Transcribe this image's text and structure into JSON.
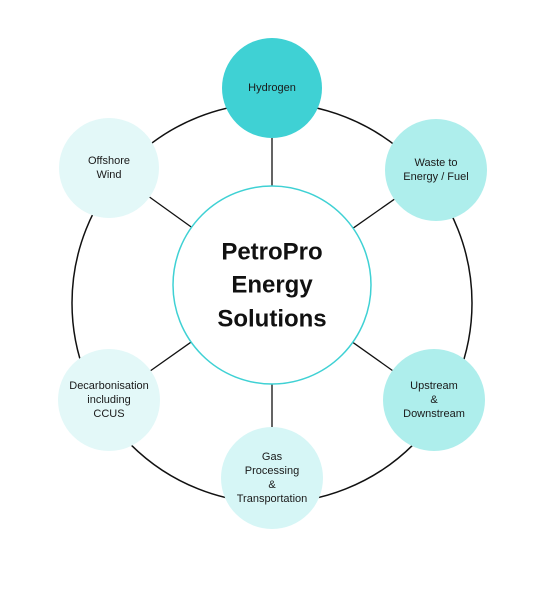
{
  "center": {
    "lines": [
      "PetroPro",
      "Energy",
      "Solutions"
    ]
  },
  "nodes": [
    {
      "id": "hydrogen",
      "lines": [
        "Hydrogen"
      ],
      "fill": "#3fd1d4"
    },
    {
      "id": "waste-to-energy",
      "lines": [
        "Waste to",
        "Energy / Fuel"
      ],
      "fill": "#aeeeec"
    },
    {
      "id": "upstream-downstream",
      "lines": [
        "Upstream",
        "&",
        "Downstream"
      ],
      "fill": "#aeeeec"
    },
    {
      "id": "gas-processing",
      "lines": [
        "Gas",
        "Processing",
        "&",
        "Transportation"
      ],
      "fill": "#d6f6f6"
    },
    {
      "id": "decarbonisation",
      "lines": [
        "Decarbonisation",
        "including",
        "CCUS"
      ],
      "fill": "#e3f8f8"
    },
    {
      "id": "offshore-wind",
      "lines": [
        "Offshore",
        "Wind"
      ],
      "fill": "#e3f8f8"
    }
  ],
  "colors": {
    "ring_stroke": "#111111",
    "center_stroke": "#3fd1d4",
    "center_fill": "#ffffff"
  }
}
